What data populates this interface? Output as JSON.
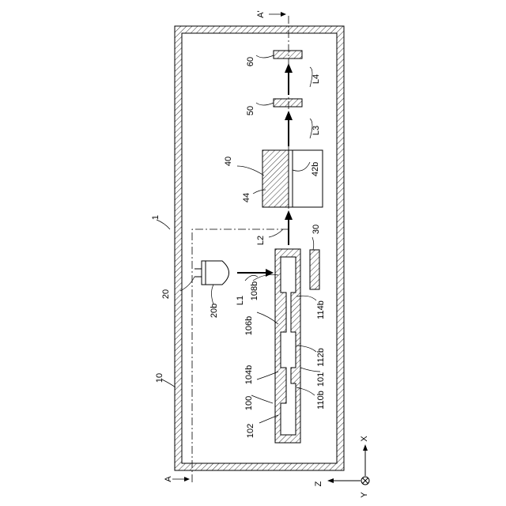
{
  "labels": {
    "device": "1",
    "housing": "10",
    "light_source": "20",
    "light_source_part": "20b",
    "element_30": "30",
    "element_40": "40",
    "element_44": "44",
    "element_42b": "42b",
    "element_50": "50",
    "element_60": "60",
    "beam_l1": "L1",
    "beam_l2": "L2",
    "beam_l3": "L3",
    "beam_l4": "L4",
    "part_100": "100",
    "part_101": "101",
    "part_102": "102",
    "part_104b": "104b",
    "part_106b": "106b",
    "part_108b": "108b",
    "part_110b": "110b",
    "part_112b": "112b",
    "part_114b": "114b",
    "section_a": "A",
    "section_a_prime": "A'",
    "axis_x": "X",
    "axis_y": "Y",
    "axis_z": "Z"
  }
}
